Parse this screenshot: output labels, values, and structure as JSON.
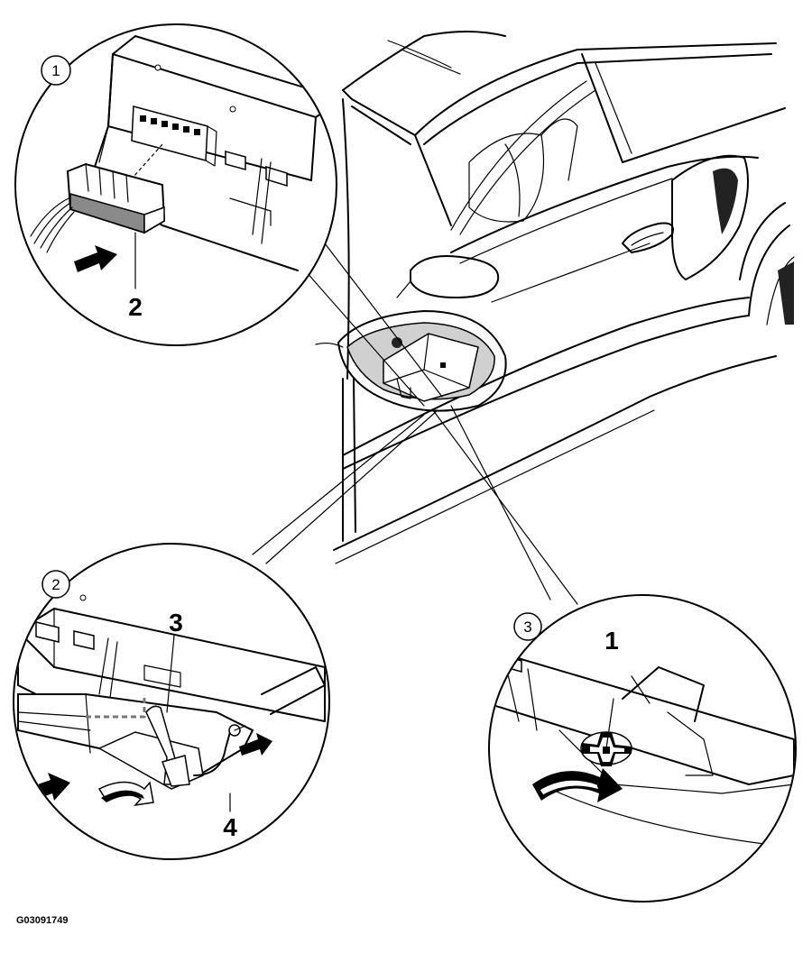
{
  "figure_id": "G03091749",
  "detail_views": [
    {
      "marker": "1"
    },
    {
      "marker": "2"
    },
    {
      "marker": "3"
    }
  ],
  "callouts": {
    "view1": [
      "2"
    ],
    "view2": [
      "3",
      "4"
    ],
    "view3": [
      "1"
    ]
  },
  "colors": {
    "line": "#000000",
    "background": "#ffffff",
    "fill_light": "#e6e6e6",
    "fill_dark": "#8a8a8a"
  }
}
